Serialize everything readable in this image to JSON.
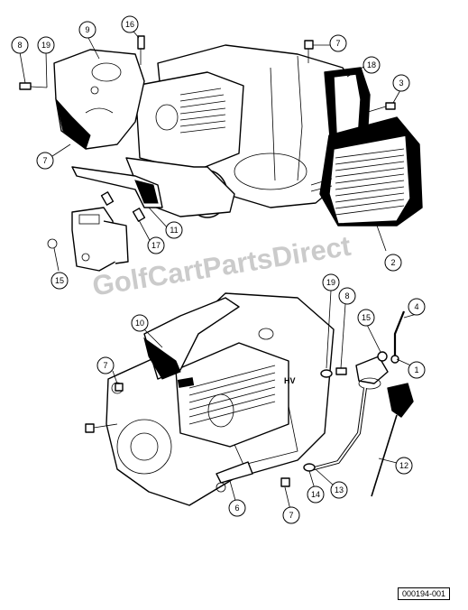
{
  "diagram": {
    "watermark": "GolfCartPartsDirect",
    "figure_id": "000194-001",
    "callouts_top": [
      "8",
      "19",
      "9",
      "16",
      "7",
      "18",
      "3",
      "7",
      "2",
      "11",
      "17",
      "15"
    ],
    "callouts_bottom": [
      "10",
      "19",
      "8",
      "4",
      "15",
      "1",
      "7",
      "12",
      "13",
      "14",
      "6",
      "7"
    ]
  }
}
